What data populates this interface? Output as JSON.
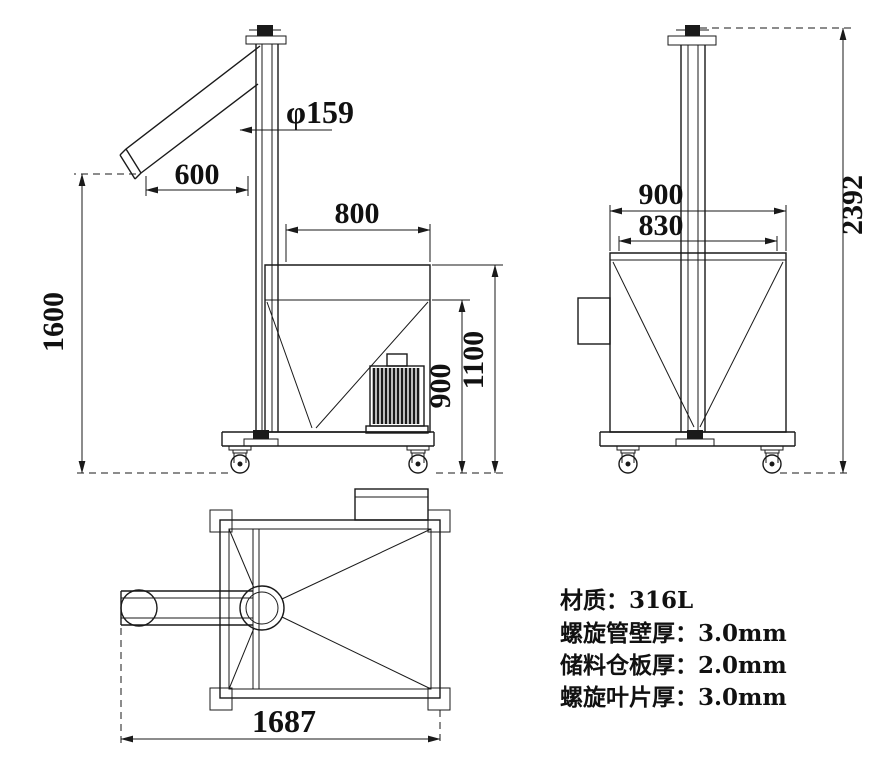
{
  "drawing": {
    "front_view": {
      "dim_pipe_diameter": "φ159",
      "dim_chute_reach": "600",
      "dim_hopper_width": "800",
      "dim_discharge_height": "1600",
      "dim_hopper_height": "900",
      "dim_hopper_top_height": "1100"
    },
    "side_view": {
      "dim_hopper_outer_width": "900",
      "dim_hopper_inner_width": "830",
      "dim_overall_height": "2392"
    },
    "plan_view": {
      "dim_overall_length": "1687"
    },
    "specs": {
      "line1": "材质：316L",
      "line2": "螺旋管壁厚：3.0mm",
      "line3": "储料仓板厚：2.0mm",
      "line4": "螺旋叶片厚：3.0mm"
    }
  }
}
